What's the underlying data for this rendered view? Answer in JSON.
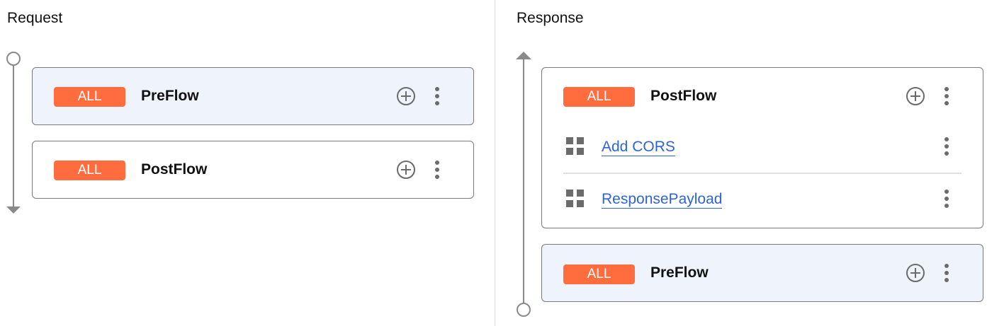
{
  "request": {
    "title": "Request",
    "flows": [
      {
        "badge": "ALL",
        "name": "PreFlow",
        "selected": true
      },
      {
        "badge": "ALL",
        "name": "PostFlow",
        "selected": false
      }
    ]
  },
  "response": {
    "title": "Response",
    "flows": [
      {
        "badge": "ALL",
        "name": "PostFlow",
        "selected": false,
        "steps": [
          {
            "name": "Add CORS"
          },
          {
            "name": "ResponsePayload"
          }
        ]
      },
      {
        "badge": "ALL",
        "name": "PreFlow",
        "selected": true
      }
    ]
  },
  "colors": {
    "badge": "#ff6d3f",
    "selected_bg": "#eef3fc",
    "link": "#2f64d6"
  },
  "icons": [
    "add-circle-icon",
    "more-vert-icon",
    "policy-grid-icon"
  ]
}
